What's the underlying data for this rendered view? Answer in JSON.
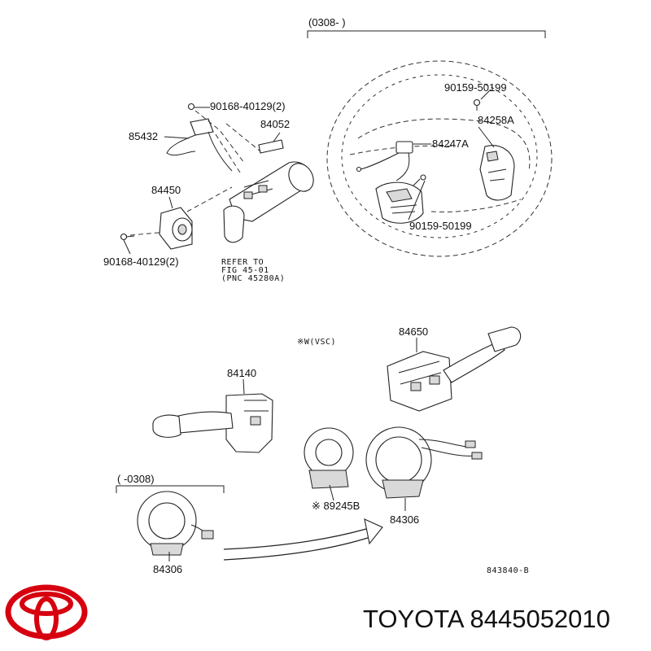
{
  "labels": {
    "range_new": "(0308-       )",
    "range_old": "(      -0308)",
    "bolt_top": "90168-40129(2)",
    "bolt_bottom": "90168-40129(2)",
    "part_85432": "85432",
    "part_84052": "84052",
    "part_84450": "84450",
    "screw_upper": "90159-50199",
    "screw_lower": "90159-50199",
    "part_84258A": "84258A",
    "part_84247A": "84247A",
    "refer_line1": "REFER TO",
    "refer_line2": "FIG  45-01",
    "refer_line3": "(PNC  45280A)",
    "vsc_note": "※W(VSC)",
    "part_84650": "84650",
    "part_84140": "84140",
    "part_89245B": "※ 89245B",
    "part_84306_right": "84306",
    "part_84306_left": "84306",
    "diagram_code": "843840-B"
  },
  "footer": {
    "brand_text": "TOYOTA 8445052010",
    "logo_color": "#d7000f"
  }
}
